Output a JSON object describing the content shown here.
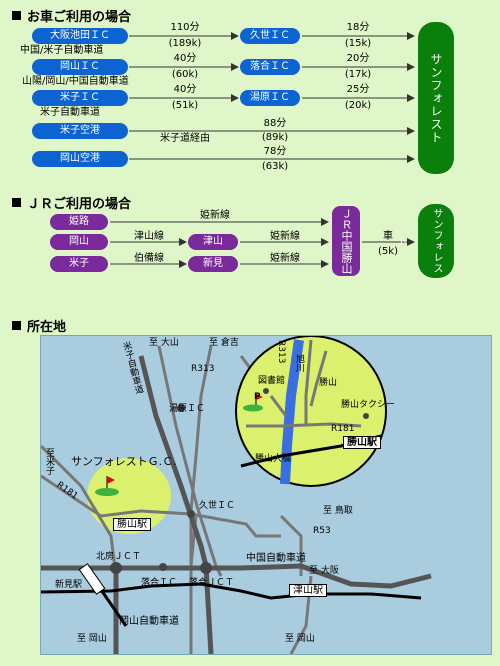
{
  "car": {
    "header": "お車ご利用の場合",
    "routes": [
      {
        "start": "大阪池田ＩＣ",
        "via": "中国/米子自動車道",
        "t1": "110分",
        "d1": "(189k)",
        "mid": "久世ＩＣ",
        "t2": "18分",
        "d2": "(15k)"
      },
      {
        "start": "岡山ＩＣ",
        "via": "山陽/岡山/中国自動車道",
        "t1": "40分",
        "d1": "(60k)",
        "mid": "落合ＩＣ",
        "t2": "20分",
        "d2": "(17k)"
      },
      {
        "start": "米子ＩＣ",
        "via": "米子自動車道",
        "t1": "40分",
        "d1": "(51k)",
        "mid": "湯原ＩＣ",
        "t2": "25分",
        "d2": "(20k)"
      },
      {
        "start": "米子空港",
        "via": "米子道経由",
        "t1": "88分",
        "d1": "(89k)"
      },
      {
        "start": "岡山空港",
        "t1": "78分",
        "d1": "(63k)"
      }
    ],
    "dest": "サンフォレスト"
  },
  "jr": {
    "header": "ＪＲご利用の場合",
    "routes": [
      {
        "start": "姫路",
        "line": "姫新線"
      },
      {
        "start": "岡山",
        "line1": "津山線",
        "mid": "津山",
        "line2": "姫新線"
      },
      {
        "start": "米子",
        "line1": "伯備線",
        "mid": "新見",
        "line2": "姫新線"
      }
    ],
    "station": "ＪＲ中国勝山",
    "car_label": "車",
    "car_dist": "(5k)",
    "dest": "サンフォレスト"
  },
  "map": {
    "header": "所在地",
    "labels": {
      "oyama": "至 大山",
      "kurayoshi": "至 倉吉",
      "r313": "R313",
      "yonago_expy": "米子自動車道",
      "yubara_ic": "湯原ＩＣ",
      "to_yonago": "至米子",
      "r181": "R181",
      "sunforest_gc": "サンフォレストＧ.Ｃ.",
      "kuse_ic": "久世ＩＣ",
      "katsuyama_eki": "勝山駅",
      "to_tottori": "至 鳥取",
      "r53": "R53",
      "kitafusa_jct": "北房ＪＣＴ",
      "chugoku_expy": "中国自動車道",
      "to_osaka": "至 大阪",
      "niimi_eki": "新見駅",
      "ochiai_ic": "落合ＩＣ",
      "ochiai_jct": "落合ＪＣＴ",
      "tsuyama_eki": "津山駅",
      "okayama_expy": "岡山自動車道",
      "to_okayama1": "至 岡山",
      "to_okayama2": "至 岡山"
    },
    "inset": {
      "r313": "R313",
      "asahi": "旭川",
      "library": "図書館",
      "p": "P",
      "katsuyama": "勝山",
      "taxi": "勝山タクシー",
      "r181": "R181",
      "ohashi": "勝山大橋",
      "station": "勝山駅"
    }
  }
}
